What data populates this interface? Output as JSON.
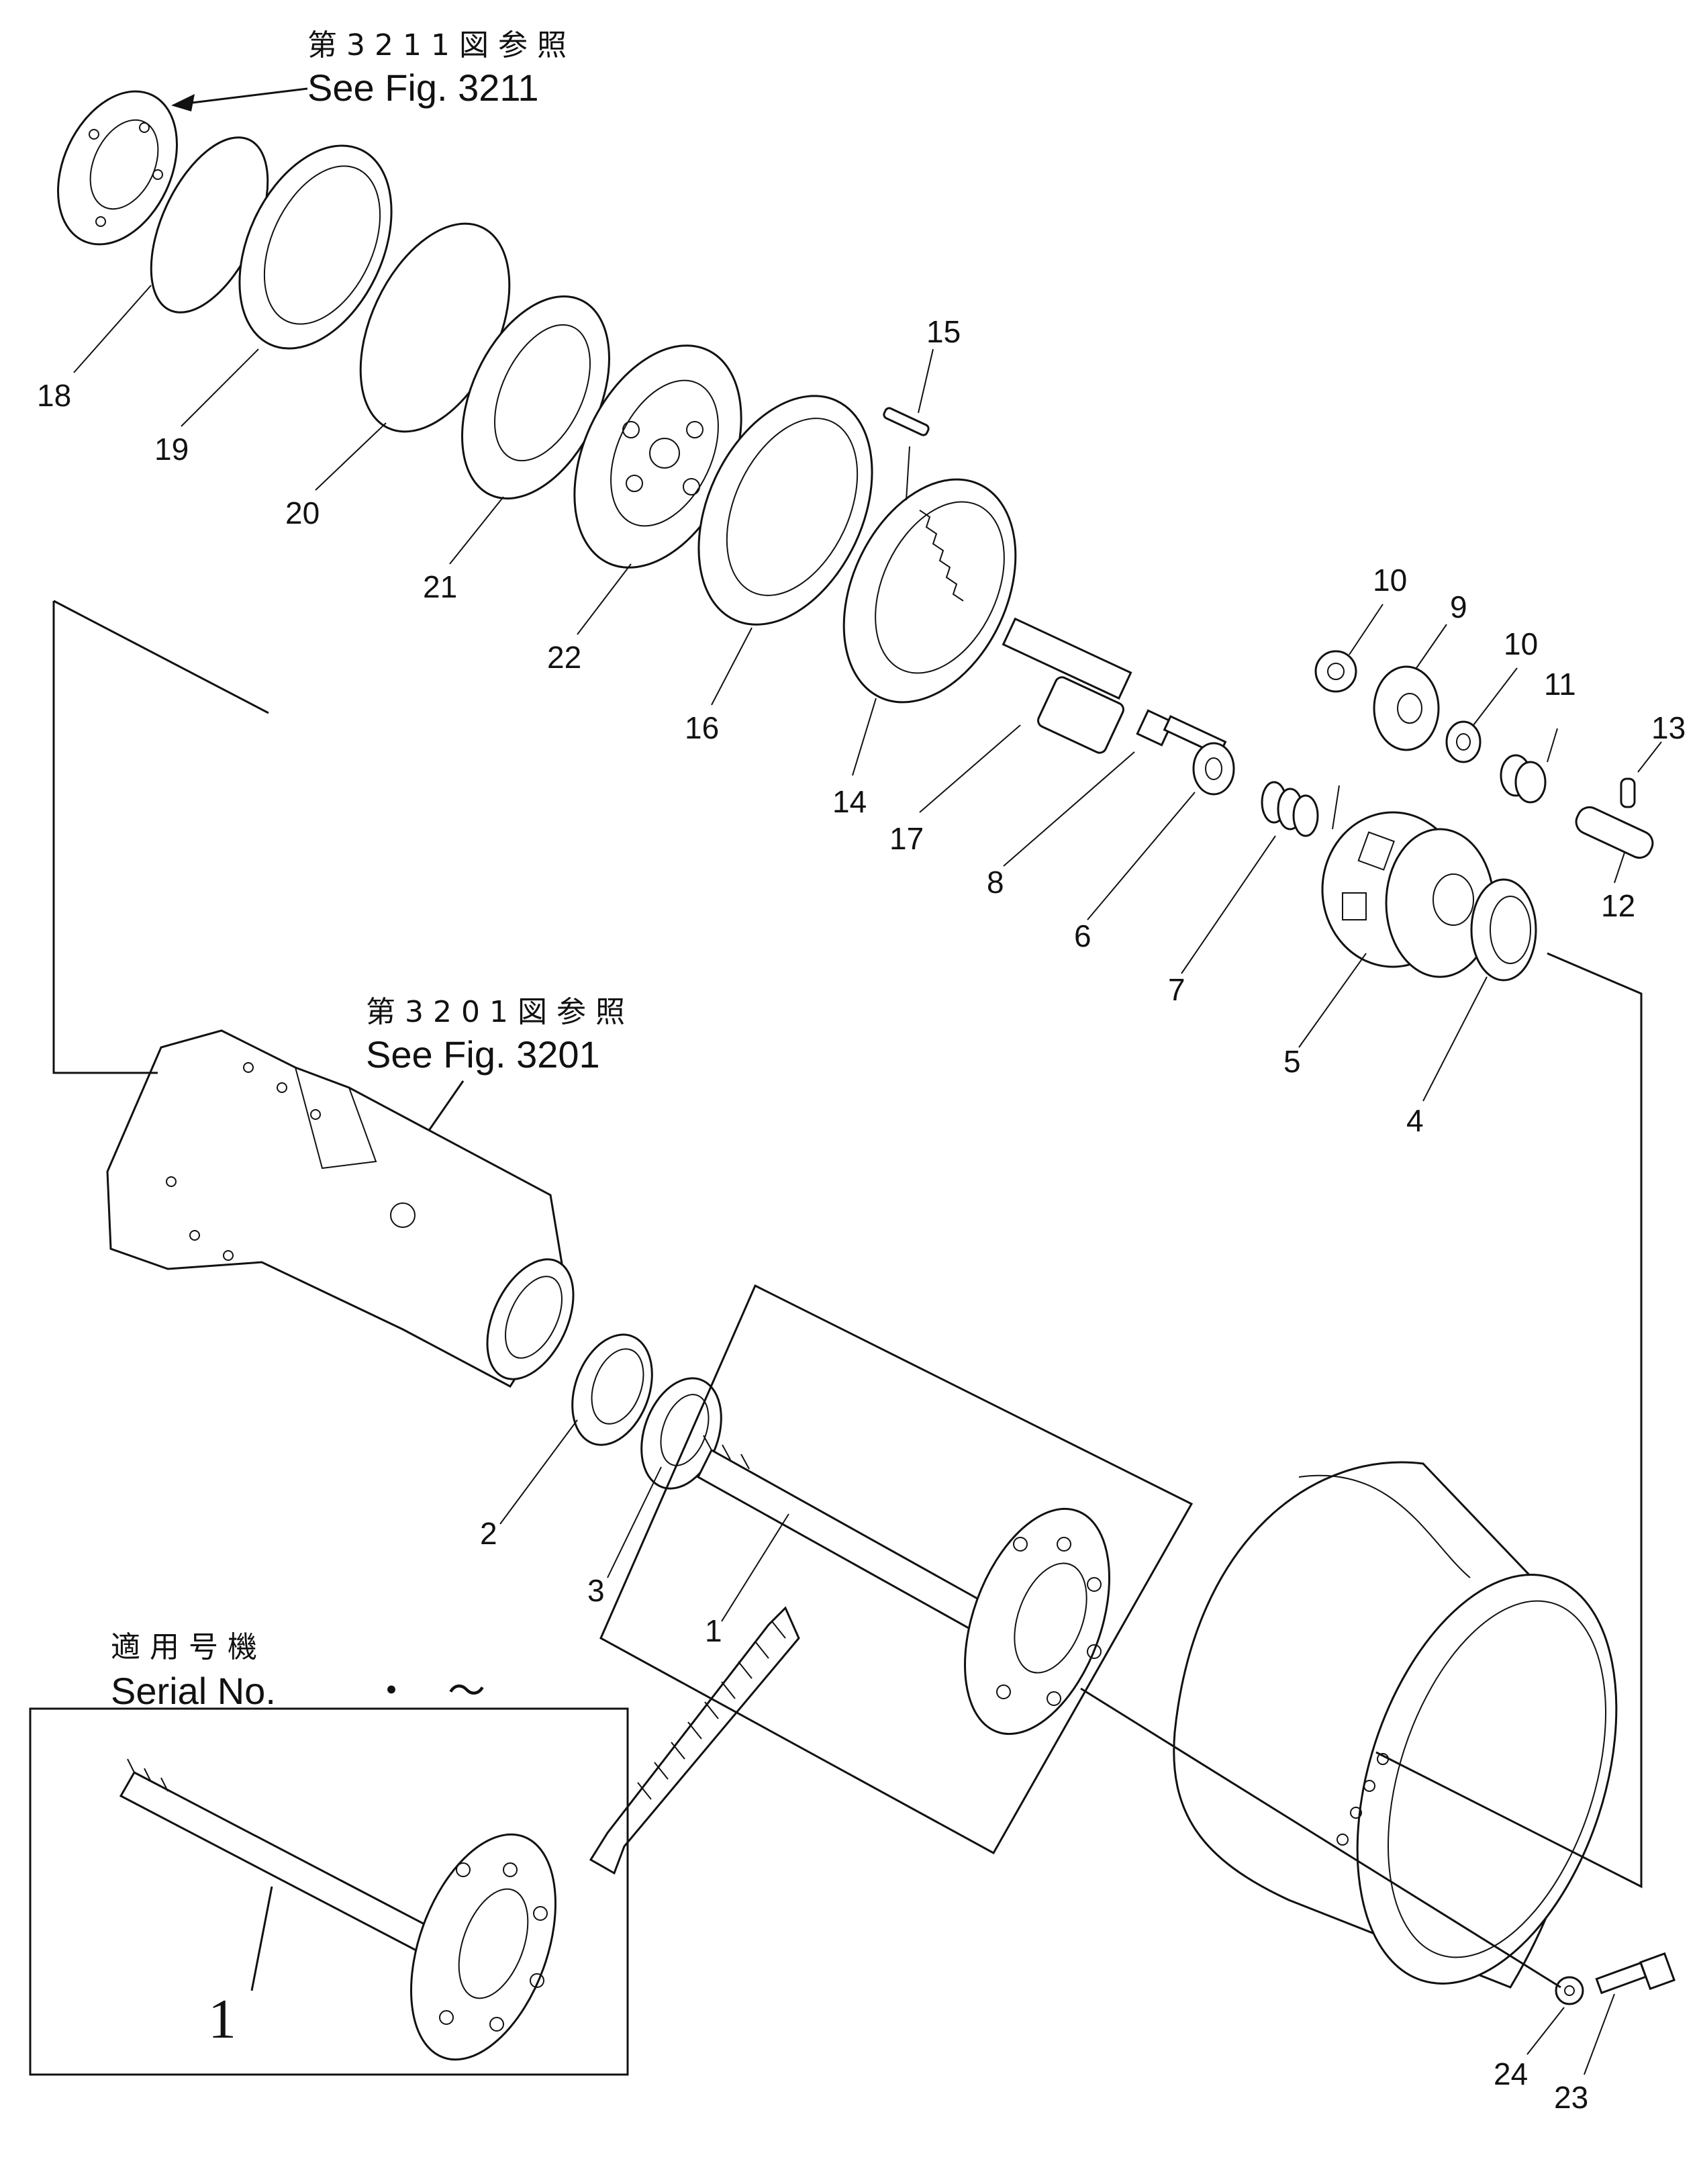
{
  "references": {
    "top": {
      "jp": "第3211図参照",
      "en": "See Fig. 3211"
    },
    "middle": {
      "jp": "第3201図参照",
      "en": "See Fig. 3201"
    }
  },
  "serial": {
    "jp": "適用号機",
    "en": "Serial No.",
    "range": "・　〜"
  },
  "callouts": [
    "1",
    "2",
    "3",
    "4",
    "5",
    "6",
    "7",
    "8",
    "9",
    "10",
    "10",
    "11",
    "12",
    "13",
    "14",
    "15",
    "16",
    "17",
    "18",
    "19",
    "20",
    "21",
    "22",
    "23",
    "24"
  ],
  "inset_callout": "1"
}
